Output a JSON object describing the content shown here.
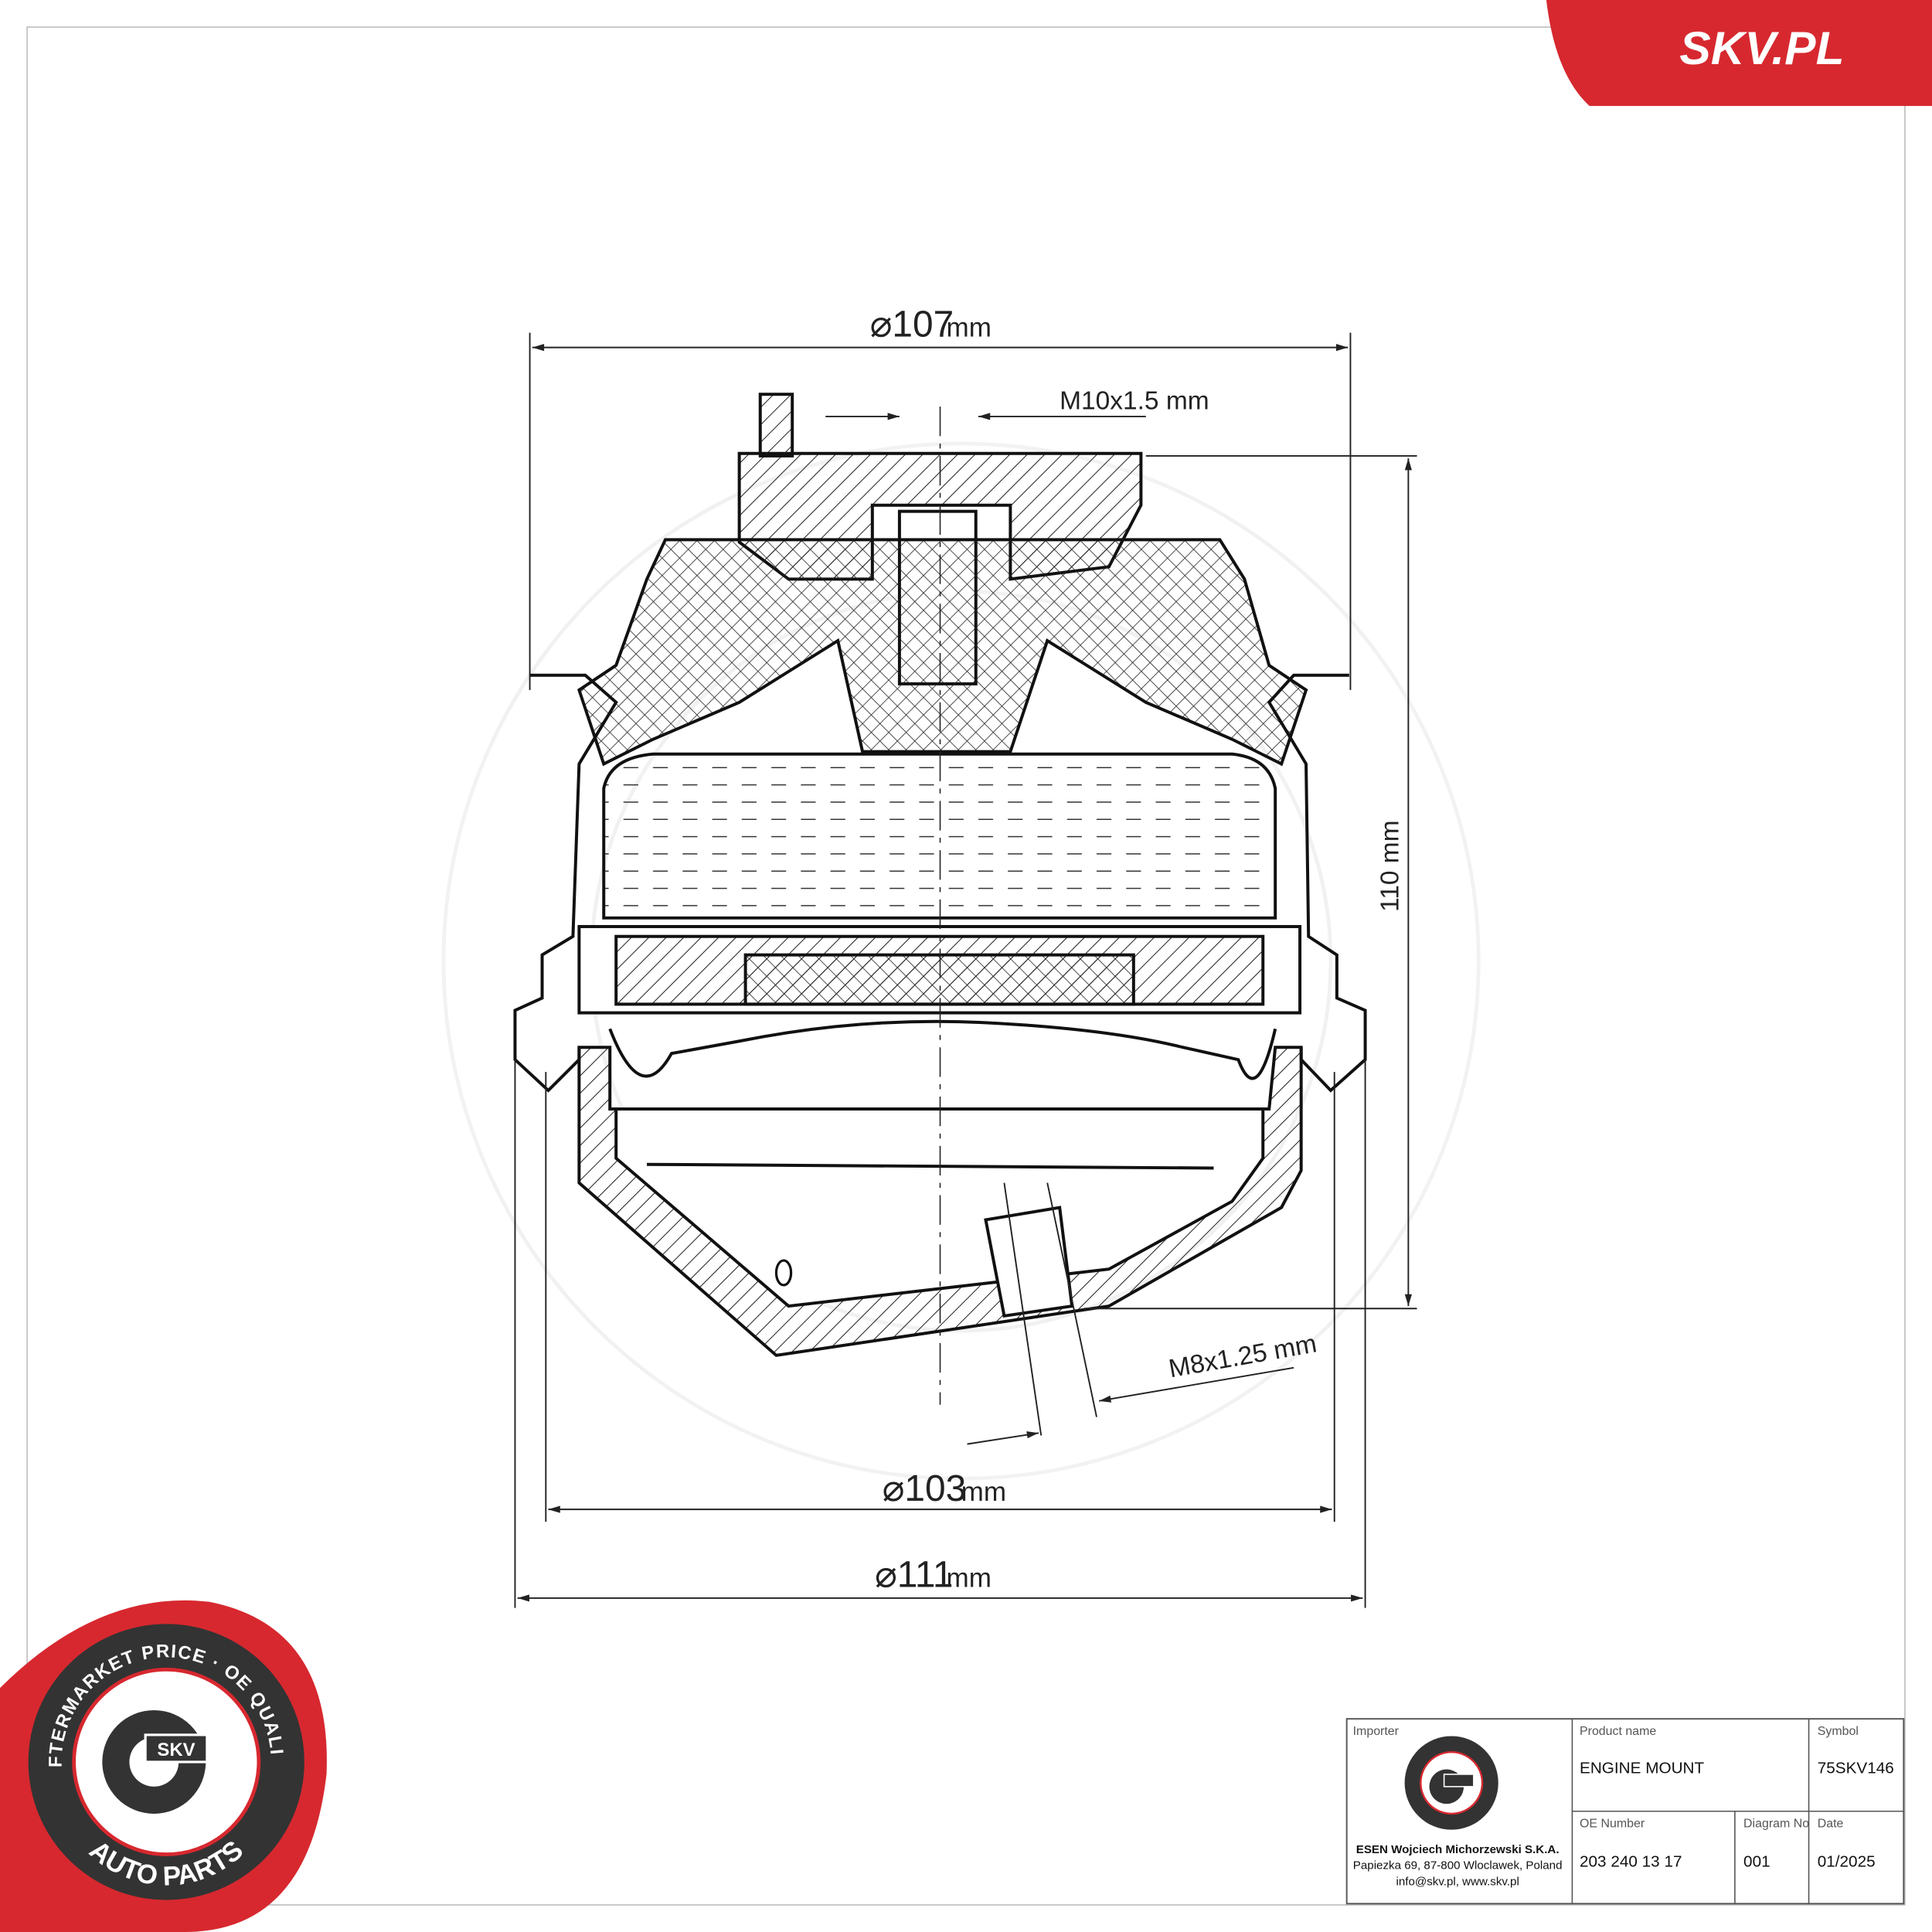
{
  "brand": {
    "name": "SKV.PL",
    "color": "#d7282f"
  },
  "seal": {
    "top_text": "AFTERMARKET PRICE · OE QUALITY",
    "bottom_text": "AUTO PARTS",
    "center_text": "SKV"
  },
  "dimensions": {
    "top_diameter": "⌀107",
    "top_diameter_unit": "mm",
    "top_thread": "M10x1.5 mm",
    "height": "110 mm",
    "bottom_thread": "M8x1.25 mm",
    "mid_diameter": "⌀103",
    "mid_diameter_unit": "mm",
    "outer_diameter": "⌀111",
    "outer_diameter_unit": "mm"
  },
  "title_block": {
    "importer_label": "Importer",
    "importer_name": "ESEN Wojciech Michorzewski S.K.A.",
    "importer_address": "Papiezka 69, 87-800 Wloclawek, Poland",
    "importer_contact": "info@skv.pl, www.skv.pl",
    "product_name_label": "Product name",
    "product_name": "ENGINE MOUNT",
    "symbol_label": "Symbol",
    "symbol": "75SKV146",
    "oe_number_label": "OE Number",
    "oe_number": "203 240 13 17",
    "diagram_no_label": "Diagram No",
    "diagram_no": "001",
    "date_label": "Date",
    "date": "01/2025"
  }
}
